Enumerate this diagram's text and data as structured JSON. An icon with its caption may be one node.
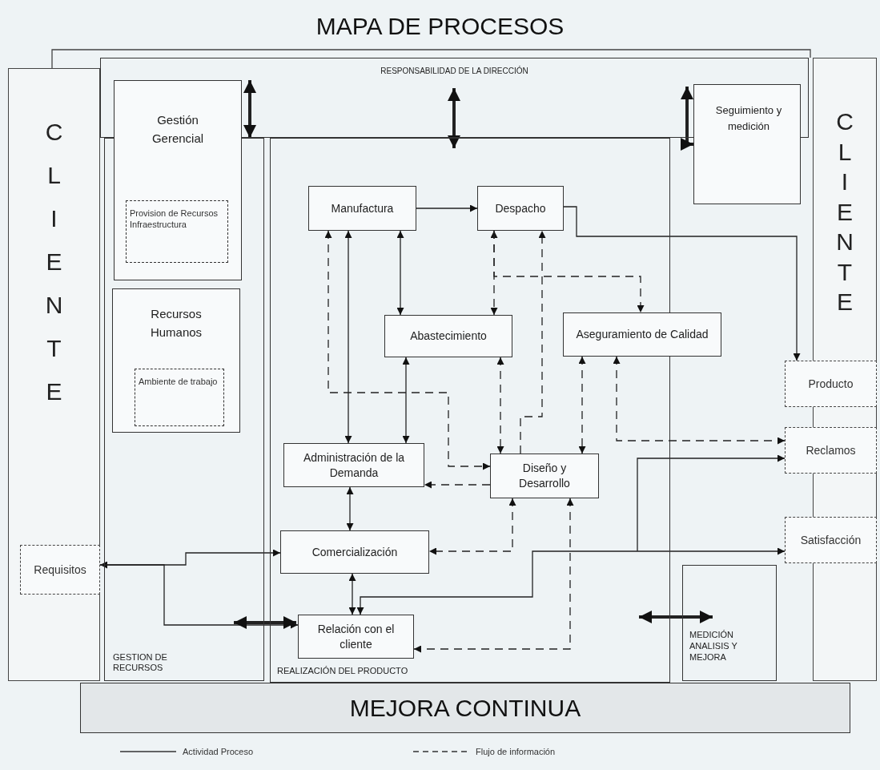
{
  "diagram": {
    "title": "MAPA DE PROCESOS",
    "nodes": [
      {
        "text": [
          "CLIENTE"
        ]
      },
      {
        "text": [
          "RESPONSABILIDAD DE LA DIRECCIÓN"
        ]
      },
      {
        "text": [
          "Gestión Gerencial"
        ]
      },
      {
        "text": [
          "Provision de Recursos Infraestructura"
        ]
      },
      {
        "text": [
          "GESTION DE RECURSOS"
        ]
      },
      {
        "text": [
          "Recursos Humanos"
        ],
        "in": 4
      },
      {
        "text": [
          "Ambiente de trabajo"
        ],
        "in": 5
      },
      {
        "text": [
          "REALIZACIÓN DEL PRODUCTO"
        ]
      },
      {
        "text": [
          "Manufactura"
        ],
        "in": 7
      },
      {
        "text": [
          "Despacho"
        ],
        "in": 7
      },
      {
        "text": [
          "Abastecimiento"
        ],
        "in": 7
      },
      {
        "text": [
          "Aseguramiento de Calidad"
        ]
      },
      {
        "text": [
          "Administración de la Demanda"
        ],
        "in": 7
      },
      {
        "text": [
          "Diseño y Desarrollo"
        ],
        "in": 7
      },
      {
        "text": [
          "Comercialización"
        ],
        "in": 7
      },
      {
        "text": [
          "Relación con el cliente"
        ],
        "in": 7
      },
      {
        "text": [
          "Seguimiento y medición"
        ]
      },
      {
        "text": [
          "MEDICIÓN ANALISIS Y MEJORA"
        ]
      },
      {
        "text": [
          "CLIENTE"
        ]
      },
      {
        "text": [
          "Producto"
        ]
      },
      {
        "text": [
          "Reclamos"
        ]
      },
      {
        "text": [
          "Satisfacción"
        ]
      },
      {
        "text": [
          "Requisitos"
        ],
        "in": 0
      },
      {
        "text": [
          "MEJORA CONTINUA"
        ]
      }
    ],
    "edges": [
      {
        "from": 1,
        "to": 4,
        "arrow": "both",
        "style": "thick"
      },
      {
        "from": 1,
        "to": 7,
        "arrow": "both",
        "style": "thick"
      },
      {
        "from": 1,
        "to": 16,
        "arrow": "both",
        "style": "thick"
      },
      {
        "from": 8,
        "to": 9,
        "arrow": "to"
      },
      {
        "from": 9,
        "to": 19,
        "arrow": "to"
      },
      {
        "from": 12,
        "to": 8,
        "arrow": "both"
      },
      {
        "from": 8,
        "to": 10,
        "arrow": "both"
      },
      {
        "from": 8,
        "to": 13,
        "arrow": "both",
        "style": "dashed"
      },
      {
        "from": 9,
        "to": 10,
        "arrow": "both",
        "style": "dashed"
      },
      {
        "from": 9,
        "to": 11,
        "arrow": "to",
        "style": "dashed"
      },
      {
        "from": 13,
        "to": 9,
        "arrow": "to",
        "style": "dashed"
      },
      {
        "from": 10,
        "to": 12,
        "arrow": "both"
      },
      {
        "from": 13,
        "to": 12,
        "arrow": "to",
        "style": "dashed"
      },
      {
        "from": 10,
        "to": 13,
        "arrow": "both",
        "style": "dashed"
      },
      {
        "from": 11,
        "to": 13,
        "arrow": "both",
        "style": "dashed"
      },
      {
        "from": 11,
        "to": 20,
        "arrow": "both",
        "style": "dashed"
      },
      {
        "from": 12,
        "to": 14,
        "arrow": "both"
      },
      {
        "from": 14,
        "to": 15,
        "arrow": "both"
      },
      {
        "from": 13,
        "to": 14,
        "arrow": "both",
        "style": "dashed"
      },
      {
        "from": 21,
        "to": 15,
        "arrow": "both"
      },
      {
        "from": null,
        "to": 20,
        "arrow": "to"
      },
      {
        "from": 7,
        "to": 17,
        "arrow": "both",
        "style": "thick"
      },
      {
        "from": 22,
        "to": 14,
        "arrow": "both"
      },
      {
        "from": 22,
        "to": 15,
        "arrow": "to"
      },
      {
        "from": 4,
        "to": 7,
        "arrow": "both",
        "style": "thick"
      },
      {
        "from": 13,
        "to": 15,
        "arrow": "both",
        "style": "dashed"
      }
    ],
    "legend": [
      {
        "text": "Actividad Proceso"
      },
      {
        "text": "Flujo de información"
      }
    ]
  }
}
